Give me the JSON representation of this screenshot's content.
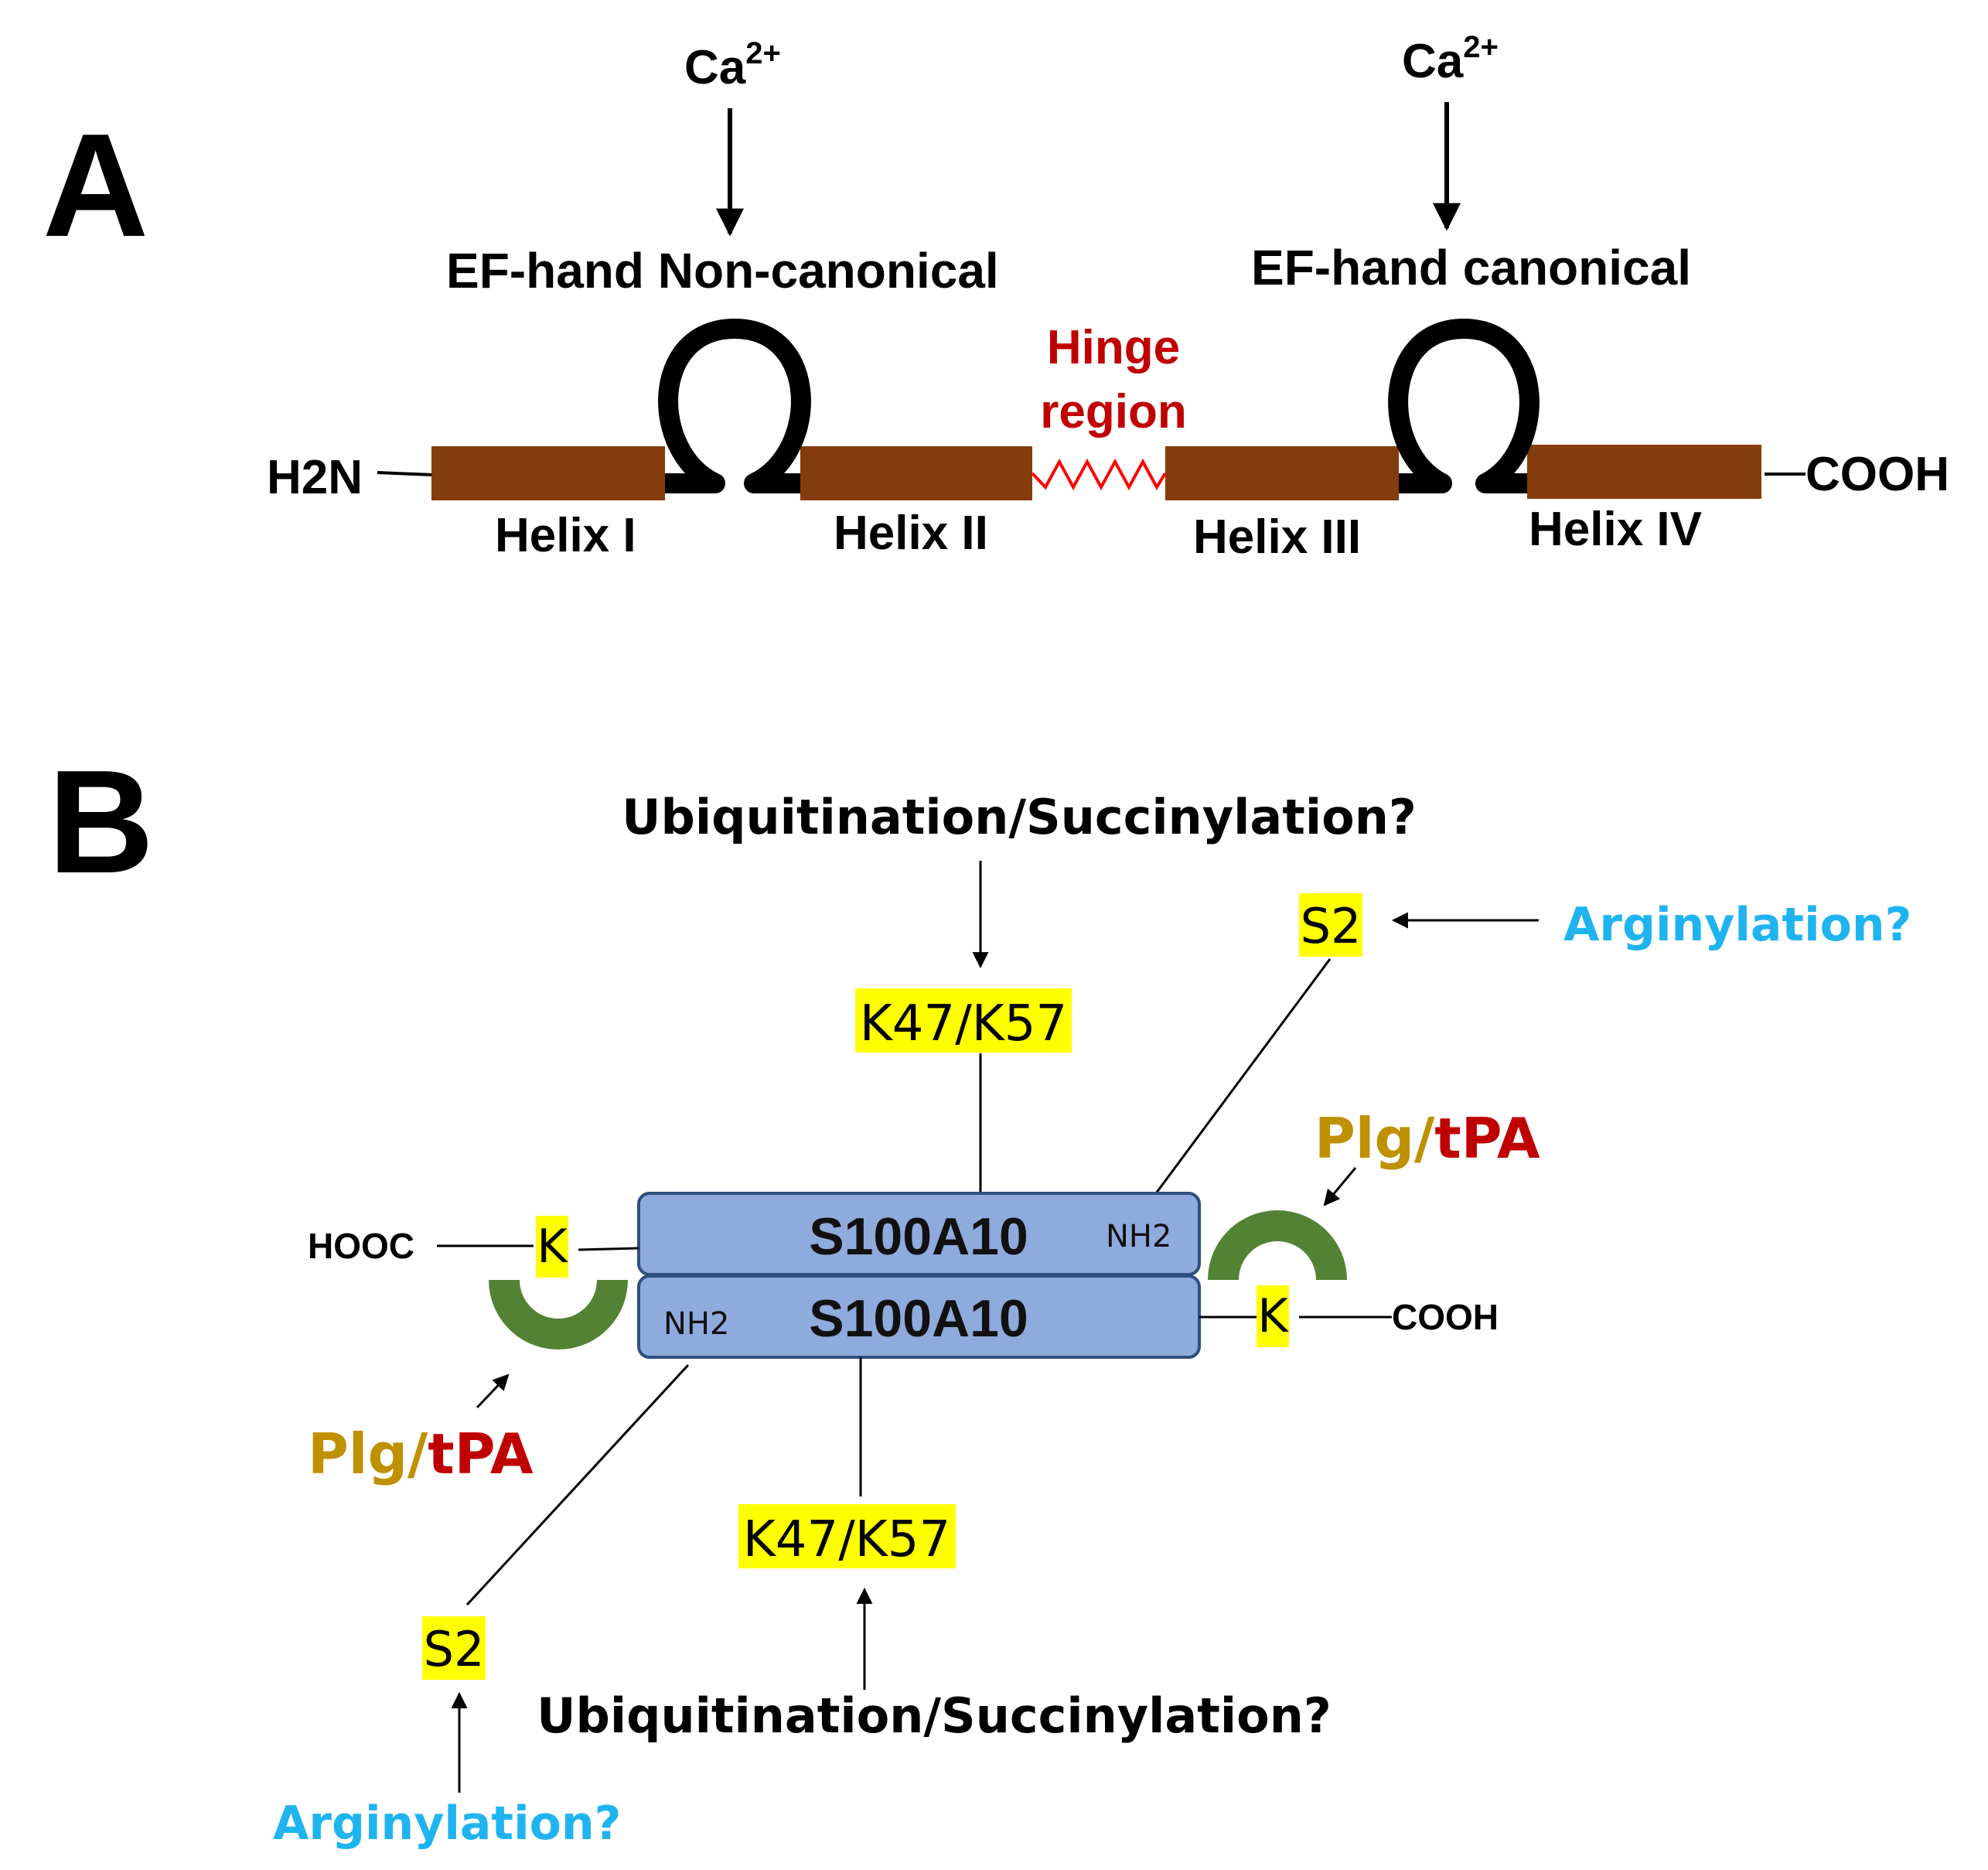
{
  "panel_a": {
    "label": "A",
    "ca_left": {
      "base": "Ca",
      "sup": "2+"
    },
    "ca_right": {
      "base": "Ca",
      "sup": "2+"
    },
    "ef_noncanonical": "EF-hand Non-canonical",
    "ef_canonical": "EF-hand canonical",
    "hinge_line1": "Hinge",
    "hinge_line2": "region",
    "n_terminus": "H2N",
    "c_terminus": "COOH",
    "helix1": "Helix I",
    "helix2": "Helix II",
    "helix3": "Helix III",
    "helix4": "Helix IV"
  },
  "panel_b": {
    "label": "B",
    "ubiq_top": "Ubiquitination/Succinylation?",
    "ubiq_bottom": "Ubiquitination/Succinylation?",
    "k_sites_top": "K47/K57",
    "k_sites_bottom": "K47/K57",
    "s2_top": "S2",
    "s2_bottom": "S2",
    "arg_top": "Arginylation?",
    "arg_bottom": "Arginylation?",
    "protein_top": "S100A10",
    "protein_bottom": "S100A10",
    "nh2_top": "NH2",
    "nh2_bottom": "NH2",
    "hooc": "HOOC",
    "cooh": "COOH",
    "k_left": "K",
    "k_right": "K",
    "plg_right": "Plg",
    "slash_right": "/",
    "tpa_right": "tPA",
    "plg_left": "Plg",
    "slash_left": "/",
    "tpa_left": "tPA"
  },
  "colors": {
    "helix": "#843C0C",
    "hinge": "#FF0000",
    "hinge_text": "#C00000",
    "protein_fill": "#8FAADC",
    "protein_stroke": "#2F4F7F",
    "highlight": "#FFFF00",
    "binding_arc": "#548235",
    "plg": "#BF9000",
    "tpa": "#C00000",
    "arginylation": "#1FB4F0"
  }
}
